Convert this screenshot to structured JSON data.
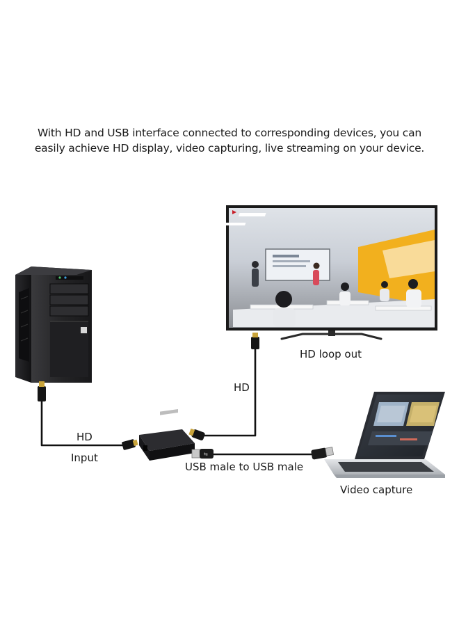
{
  "caption": {
    "line1": "With HD and USB interface connected to corresponding devices, you can",
    "line2": "easily achieve HD display, video capturing, live streaming on your device."
  },
  "labels": {
    "hd_loop_out": "HD loop out",
    "hd_tv": "HD",
    "hd_input": "HD",
    "input": "Input",
    "usb_cable": "USB male to USB male",
    "video_capture": "Video capture"
  },
  "colors": {
    "cable": "#111111",
    "pc_body": "#1c1c1e",
    "tv_frame": "#1a1a1a",
    "laptop_body": "#c9ccd0",
    "wall_accent": "#f2b01e"
  }
}
